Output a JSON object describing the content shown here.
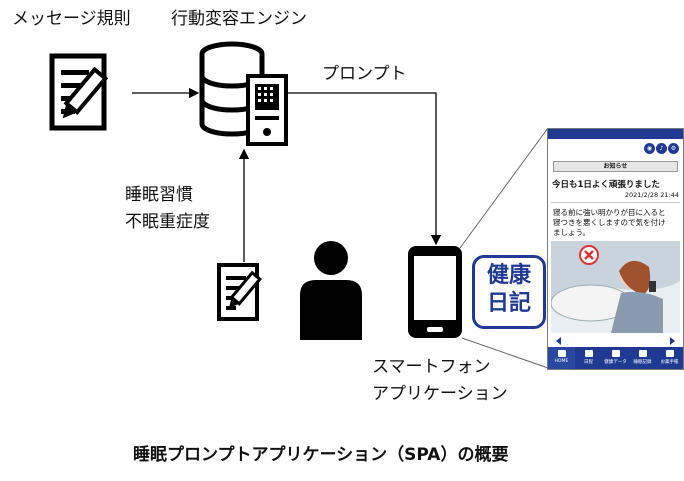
{
  "labels": {
    "message_rules": "メッセージ規則",
    "behavior_engine": "行動変容エンジン",
    "prompt": "プロンプト",
    "sleep_habits": "睡眠習慣",
    "insomnia_severity": "不眠重症度",
    "smartphone_app_line1": "スマートフォン",
    "smartphone_app_line2": "アプリケーション"
  },
  "diary_badge": {
    "line1": "健康",
    "line2": "日記"
  },
  "caption": "睡眠プロンプトアプリケーション（SPA）の概要",
  "app_screen": {
    "notice": "お知らせ",
    "title": "今日も1日よく頑張りました",
    "timestamp": "2021/2/28 21:44",
    "message_line1": "寝る前に強い明かりが目に入ると",
    "message_line2": "寝つきを悪くしますので気を付け",
    "message_line3": "ましょう。",
    "nav": [
      "HOME",
      "日程",
      "健康データ",
      "睡眠記録",
      "お薬手帳"
    ]
  },
  "colors": {
    "app_blue": "#1f3a93",
    "badge_blue": "#1f3a93",
    "icon_black": "#000000"
  }
}
